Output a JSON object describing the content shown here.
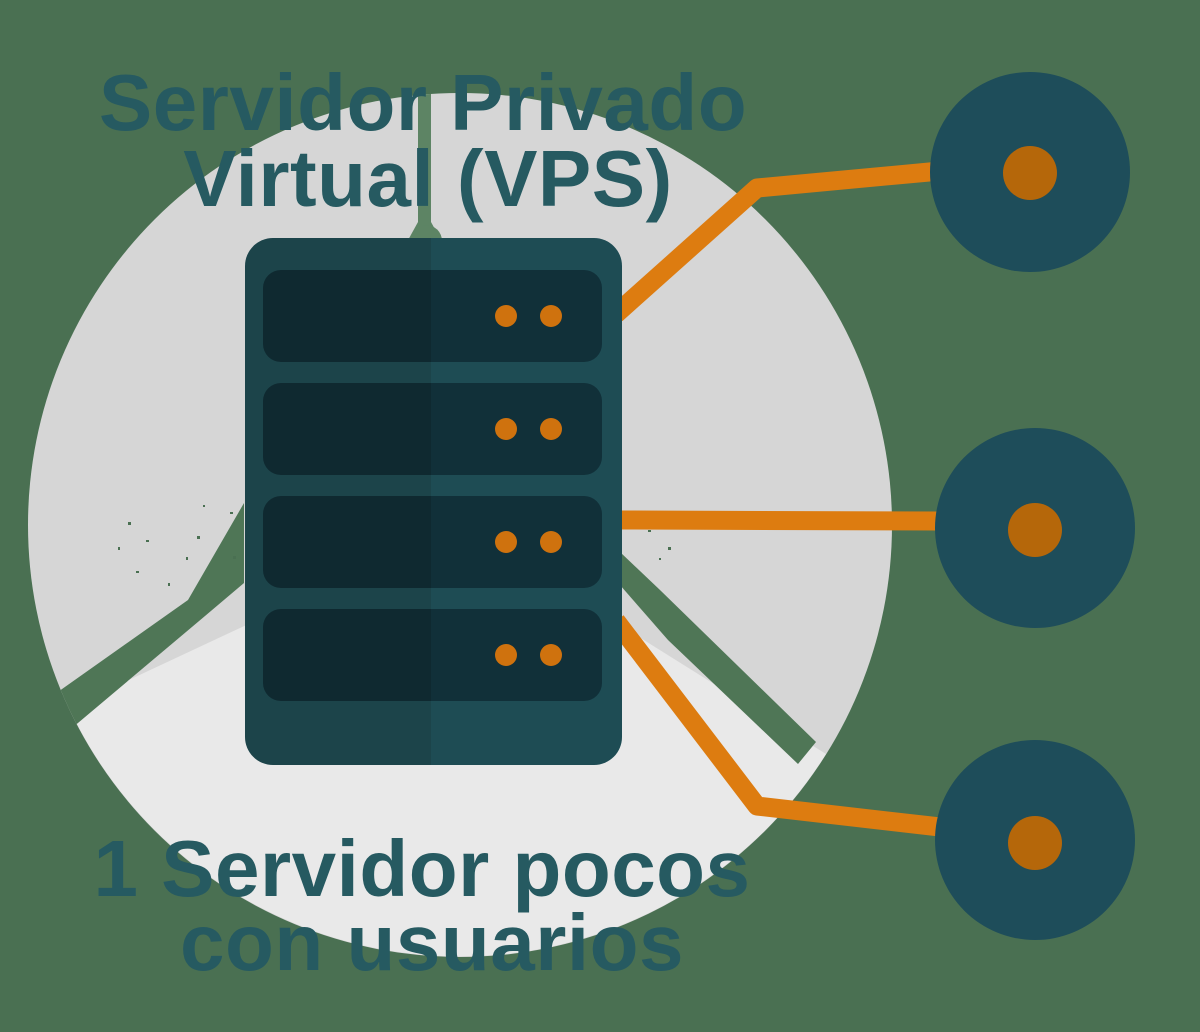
{
  "diagram": {
    "type": "infographic",
    "title": {
      "line1": "Servidor Privado",
      "line2": "Virtual (VPS)"
    },
    "caption": {
      "line1": "1 Servidor pocos",
      "line2": "con usuarios"
    },
    "server": {
      "icon": "server-rack-icon",
      "slot_count": 4,
      "leds_per_slot": 2
    },
    "nodes": {
      "icon": "network-node-icon",
      "count": 3
    },
    "connections": {
      "icon": "connection-line",
      "count": 3
    }
  },
  "colors": {
    "background": "#4a7052",
    "circle_upper": "#d6d6d6",
    "circle_lower": "#e9e9e9",
    "gap_green": "#4f7656",
    "gap_green_light": "#5d8464",
    "text_teal": "#265a61",
    "server_body_left": "#1c444a",
    "server_body_right": "#1e4c54",
    "slot_left": "#0f2930",
    "slot_right": "#113039",
    "led_orange": "#cf720e",
    "line_orange": "#dd7c10",
    "node_teal": "#1e4d5a",
    "node_dot_orange": "#b5670a"
  }
}
